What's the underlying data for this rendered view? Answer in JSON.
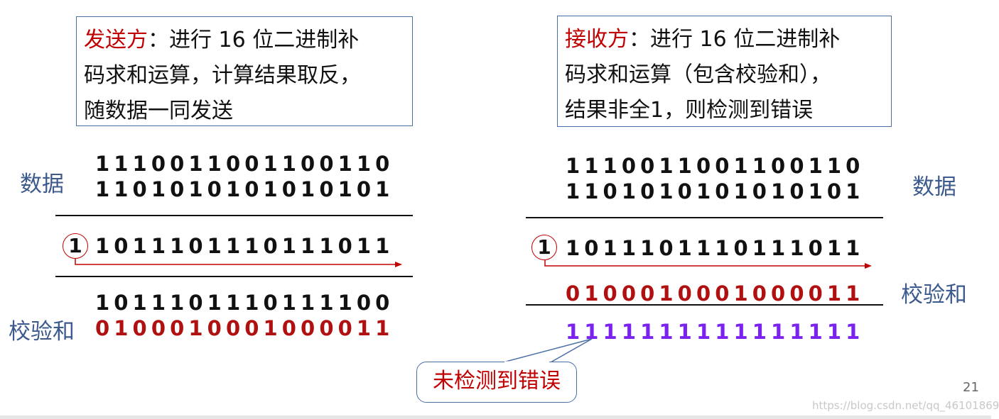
{
  "sender": {
    "title": "发送方",
    "desc_line1": "：进行 16 位二进制补",
    "desc_line2": "码求和运算，计算结果取反，",
    "desc_line3": "随数据一同发送",
    "data_label": "数据",
    "data_row1": "1110011001100110",
    "data_row2": "1101010101010101",
    "carry": "1",
    "sum_bits": "1011101110111011",
    "sum_with_carry": "1011101110111100",
    "checksum_label": "校验和",
    "checksum": "0100010001000011"
  },
  "receiver": {
    "title": "接收方",
    "desc_line1": "：进行 16 位二进制补",
    "desc_line2": "码求和运算（包含校验和），",
    "desc_line3": "结果非全1，则检测到错误",
    "data_label": "数据",
    "data_row1": "1110011001100110",
    "data_row2": "1101010101010101",
    "carry": "1",
    "sum_bits": "1011101110111011",
    "checksum_label": "校验和",
    "checksum": "0100010001000011",
    "result": "1111111111111111",
    "callout": "未检测到错误"
  },
  "page_number": "21",
  "watermark": "https://blog.csdn.net/qq_46101869",
  "colors": {
    "emphasis_red": "#c00000",
    "checksum_red": "#b01010",
    "result_purple": "#7b22f0",
    "label_blue": "#3c5a8c",
    "box_border": "#4a6fa5"
  }
}
